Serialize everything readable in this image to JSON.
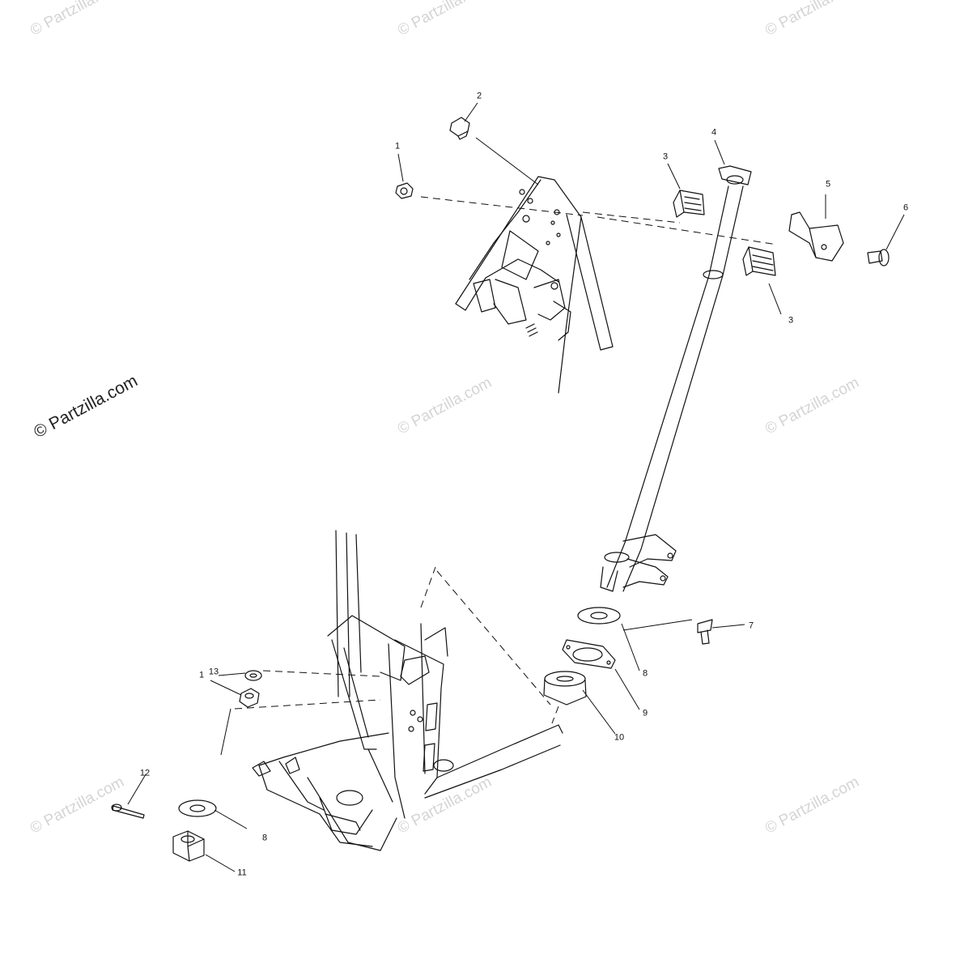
{
  "watermarks": {
    "main": "© Partzilla.com",
    "faint": "© Partzilla.com"
  },
  "callouts": {
    "c1_top": "1",
    "c2": "2",
    "c3_top": "3",
    "c4": "4",
    "c5": "5",
    "c6": "6",
    "c3_bottom": "3",
    "c7": "7",
    "c8_right": "8",
    "c9": "9",
    "c10": "10",
    "c13": "13",
    "c1_bottom": "1",
    "c12": "12",
    "c8_left": "8",
    "c11": "11"
  },
  "colors": {
    "line": "#111111",
    "watermark": "#d4d4d4"
  }
}
